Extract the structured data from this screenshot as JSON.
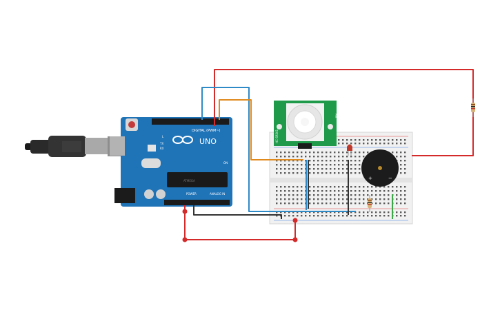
{
  "arduino": {
    "logo_text": "UNO",
    "digital_header": "DIGITAL (PWM~)",
    "power_header": "POWER",
    "analog_header": "ANALOG IN",
    "tx_label": "TX",
    "rx_label": "RX",
    "l_label": "L",
    "on_label": "ON",
    "chip_label": "ATMEGA"
  },
  "pir": {
    "left_label": "HC-SR501",
    "right_label": "PIR"
  },
  "buzzer": {
    "plus": "+",
    "minus": "−"
  },
  "colors": {
    "board_blue": "#1f73b7",
    "wire_red": "#d42a2a",
    "wire_blue": "#2d8ac7",
    "wire_orange": "#e08a1e",
    "wire_black": "#333333",
    "wire_green": "#3aa845",
    "pir_board": "#1f9a4a",
    "breadboard": "#f1f1f1"
  },
  "icons": {
    "usb_cable": "usb-cable-icon",
    "arduino_logo": "infinity-logo-icon"
  }
}
